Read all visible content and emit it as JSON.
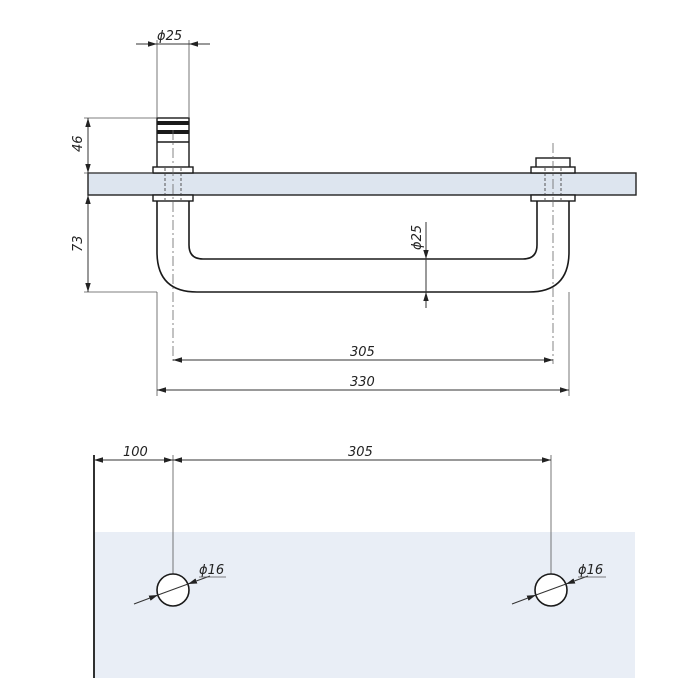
{
  "colors": {
    "plate": "#dde5ef",
    "bottom_plate": "#e9eef6",
    "line": "#1a1a1a"
  },
  "dimensions": {
    "top_diameter": "ϕ25",
    "height_above": "46",
    "height_below": "73",
    "tube_diameter": "ϕ25",
    "center_distance": "305",
    "overall_length": "330",
    "edge_offset": "100",
    "hole_spacing": "305",
    "hole_diameter_left": "ϕ16",
    "hole_diameter_right": "ϕ16"
  }
}
